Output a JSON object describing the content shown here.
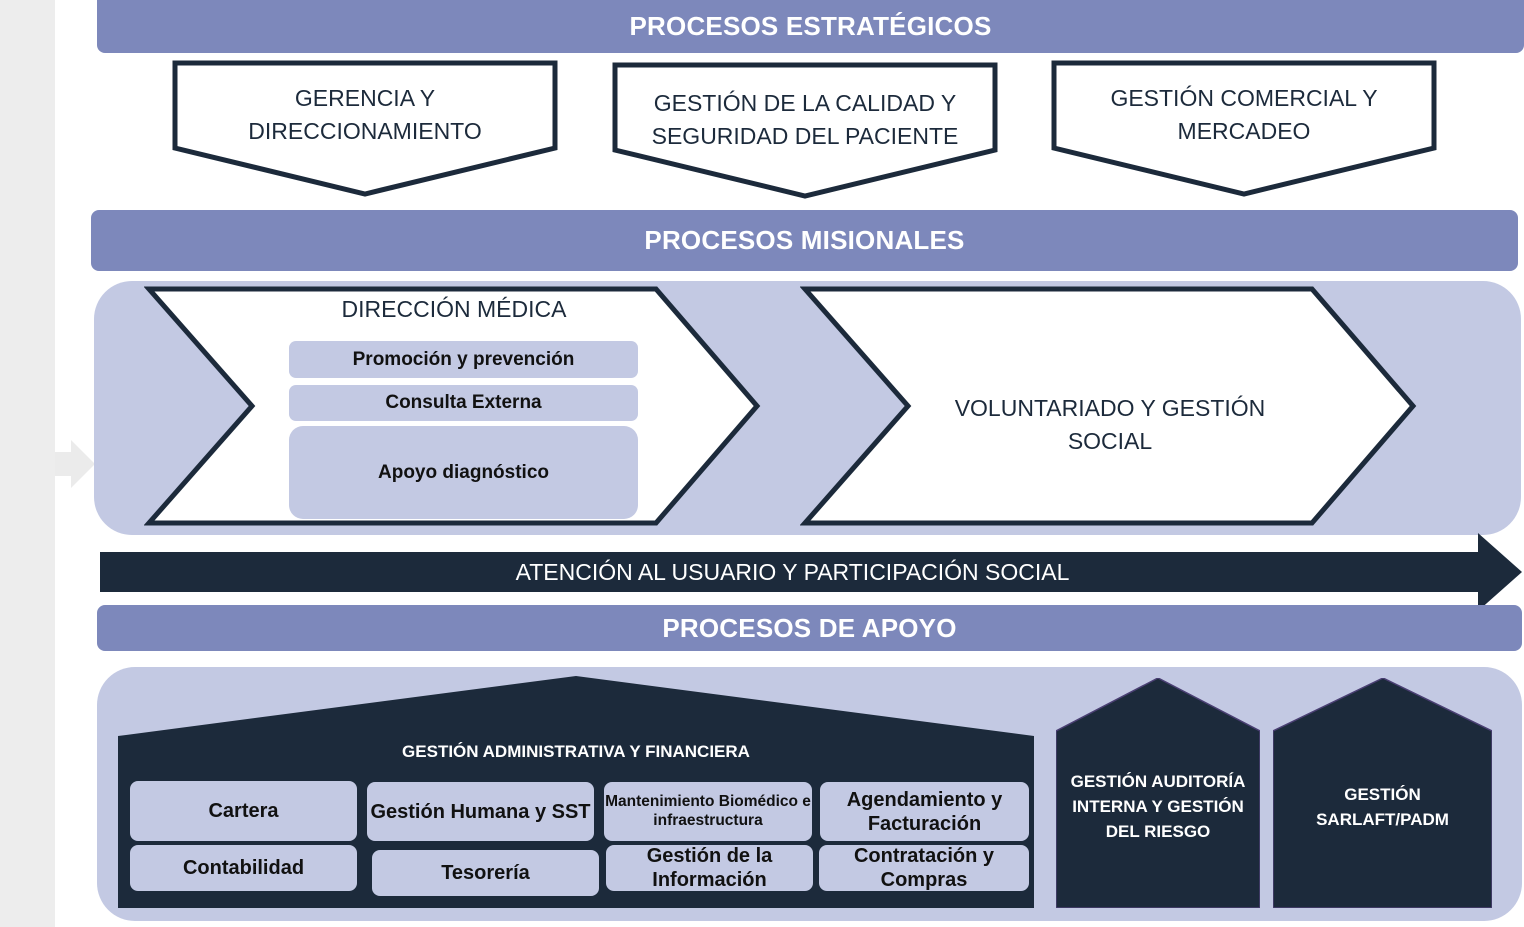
{
  "strategic": {
    "title": "PROCESOS ESTRATÉGICOS",
    "items": [
      {
        "line1": "GERENCIA Y",
        "line2": "DIRECCIONAMIENTO"
      },
      {
        "line1": "GESTIÓN DE LA CALIDAD Y",
        "line2": "SEGURIDAD DEL PACIENTE"
      },
      {
        "line1": "GESTIÓN COMERCIAL Y",
        "line2": "MERCADEO"
      }
    ]
  },
  "missional": {
    "title": "PROCESOS MISIONALES",
    "direccion_medica": {
      "title": "DIRECCIÓN MÉDICA",
      "subitems": [
        "Promoción y prevención",
        "Consulta Externa",
        "Apoyo diagnóstico"
      ]
    },
    "voluntariado": {
      "line1": "VOLUNTARIADO Y GESTIÓN",
      "line2": "SOCIAL"
    }
  },
  "user_attention": {
    "label": "ATENCIÓN AL USUARIO Y PARTICIPACIÓN SOCIAL"
  },
  "support": {
    "title": "PROCESOS DE APOYO",
    "admin": {
      "title": "GESTIÓN ADMINISTRATIVA Y FINANCIERA",
      "cells": [
        "Cartera",
        "Gestión Humana y SST",
        "Mantenimiento Biomédico e infraestructura",
        "Agendamiento y Facturación",
        "Contabilidad",
        "Tesorería",
        "Gestión de la Información",
        "Contratación y Compras"
      ]
    },
    "audit": {
      "line1": "GESTIÓN AUDITORÍA",
      "line2": "INTERNA Y GESTIÓN",
      "line3": "DEL RIESGO"
    },
    "sarlaft": {
      "line1": "GESTIÓN",
      "line2": "SARLAFT/PADM"
    }
  },
  "colors": {
    "band": "#7d88bb",
    "panel": "#c3c9e3",
    "dark": "#1c2a3b",
    "strip": "#ededed"
  }
}
